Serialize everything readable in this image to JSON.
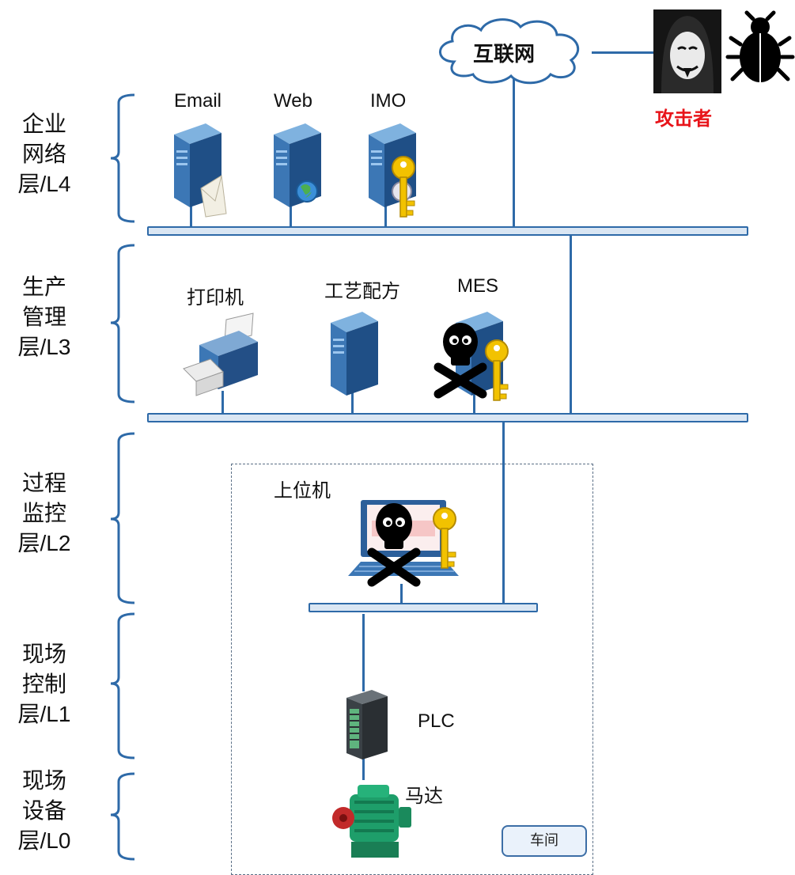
{
  "layers": [
    {
      "lines": [
        "企业",
        "网络",
        "层/L4"
      ]
    },
    {
      "lines": [
        "生产",
        "管理",
        "层/L3"
      ]
    },
    {
      "lines": [
        "过程",
        "监控",
        "层/L2"
      ]
    },
    {
      "lines": [
        "现场",
        "控制",
        "层/L1"
      ]
    },
    {
      "lines": [
        "现场",
        "设备",
        "层/L0"
      ]
    }
  ],
  "internet": {
    "label": "互联网"
  },
  "attacker": {
    "label": "攻击者",
    "color": "#e8141a"
  },
  "l4_nodes": [
    {
      "label": "Email",
      "icon": "email-server-icon"
    },
    {
      "label": "Web",
      "icon": "web-server-icon"
    },
    {
      "label": "IMO",
      "icon": "imo-server-icon"
    }
  ],
  "l3_nodes": [
    {
      "label": "打印机",
      "icon": "printer-icon"
    },
    {
      "label": "工艺配方",
      "icon": "recipe-server-icon"
    },
    {
      "label": "MES",
      "icon": "mes-server-icon"
    }
  ],
  "l2_nodes": [
    {
      "label": "上位机",
      "icon": "hmi-computer-icon"
    }
  ],
  "l1_nodes": [
    {
      "label": "PLC",
      "icon": "plc-icon"
    }
  ],
  "l0_nodes": [
    {
      "label": "马达",
      "icon": "motor-icon"
    }
  ],
  "workshop": {
    "label": "车间"
  },
  "colors": {
    "bus_fill": "#dae6f3",
    "bus_stroke": "#2e6aa8",
    "compromised": "#000000",
    "key": "#f2c200"
  }
}
